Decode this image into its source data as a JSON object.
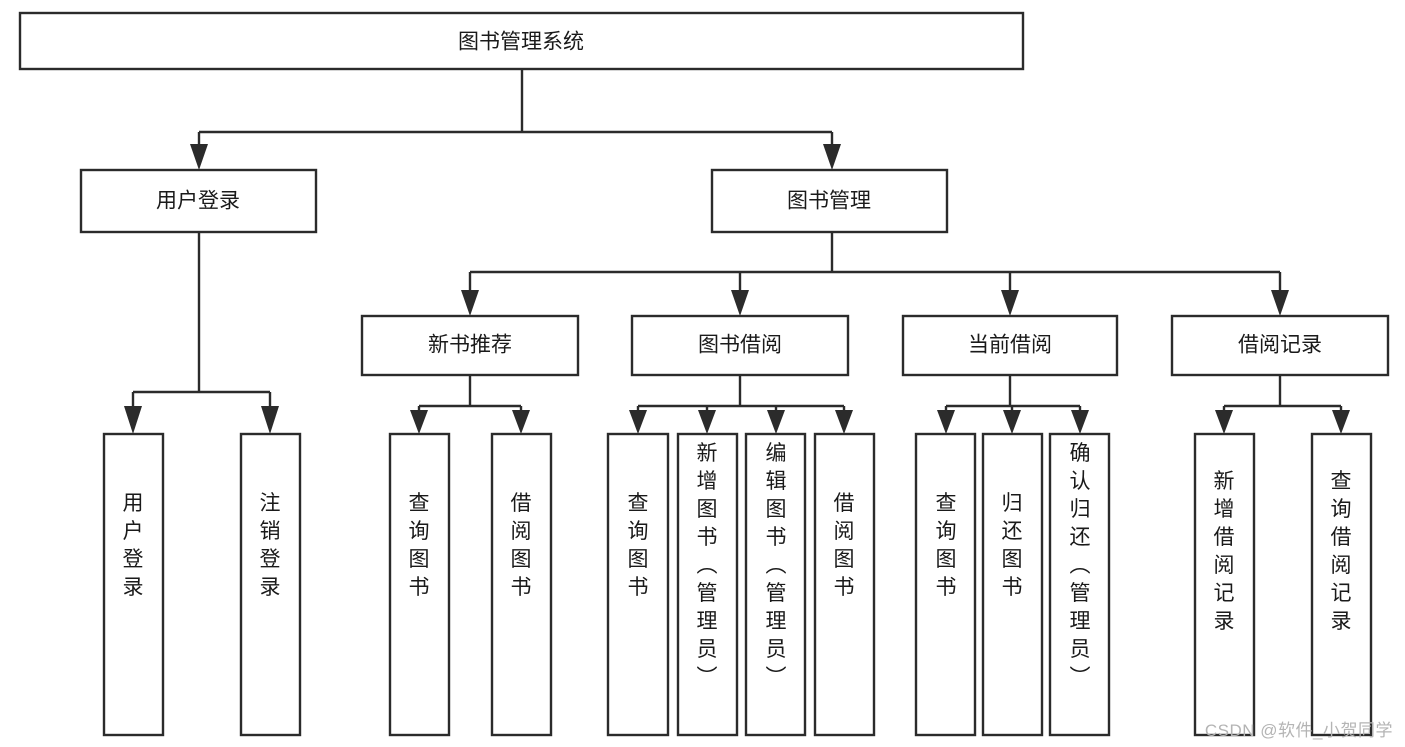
{
  "diagram": {
    "type": "tree-hierarchy",
    "title": "图书管理系统",
    "watermark": "CSDN @软件_小贺同学",
    "colors": {
      "stroke": "#2b2b2b",
      "fill": "#ffffff",
      "text": "#1a1a1a",
      "watermark": "#b4b4b4",
      "background": "#ffffff"
    },
    "root": {
      "label": "图书管理系统",
      "orientation": "horizontal"
    },
    "level2": [
      {
        "label": "用户登录",
        "orientation": "horizontal"
      },
      {
        "label": "图书管理",
        "orientation": "horizontal"
      }
    ],
    "level3": [
      {
        "label": "新书推荐",
        "orientation": "horizontal",
        "parent": "图书管理"
      },
      {
        "label": "图书借阅",
        "orientation": "horizontal",
        "parent": "图书管理"
      },
      {
        "label": "当前借阅",
        "orientation": "horizontal",
        "parent": "图书管理"
      },
      {
        "label": "借阅记录",
        "orientation": "horizontal",
        "parent": "图书管理"
      }
    ],
    "leaves": {
      "user_login": [
        {
          "label": "用户登录",
          "orientation": "vertical"
        },
        {
          "label": "注销登录",
          "orientation": "vertical"
        }
      ],
      "new_book_recommend": [
        {
          "label": "查询图书",
          "orientation": "vertical"
        },
        {
          "label": "借阅图书",
          "orientation": "vertical"
        }
      ],
      "book_borrow": [
        {
          "label": "查询图书",
          "orientation": "vertical"
        },
        {
          "label": "新增图书（管理员）",
          "orientation": "vertical"
        },
        {
          "label": "编辑图书（管理员）",
          "orientation": "vertical"
        },
        {
          "label": "借阅图书",
          "orientation": "vertical"
        }
      ],
      "current_borrow": [
        {
          "label": "查询图书",
          "orientation": "vertical"
        },
        {
          "label": "归还图书",
          "orientation": "vertical"
        },
        {
          "label": "确认归还（管理员）",
          "orientation": "vertical"
        }
      ],
      "borrow_record": [
        {
          "label": "新增借阅记录",
          "orientation": "vertical"
        },
        {
          "label": "查询借阅记录",
          "orientation": "vertical"
        }
      ]
    }
  }
}
